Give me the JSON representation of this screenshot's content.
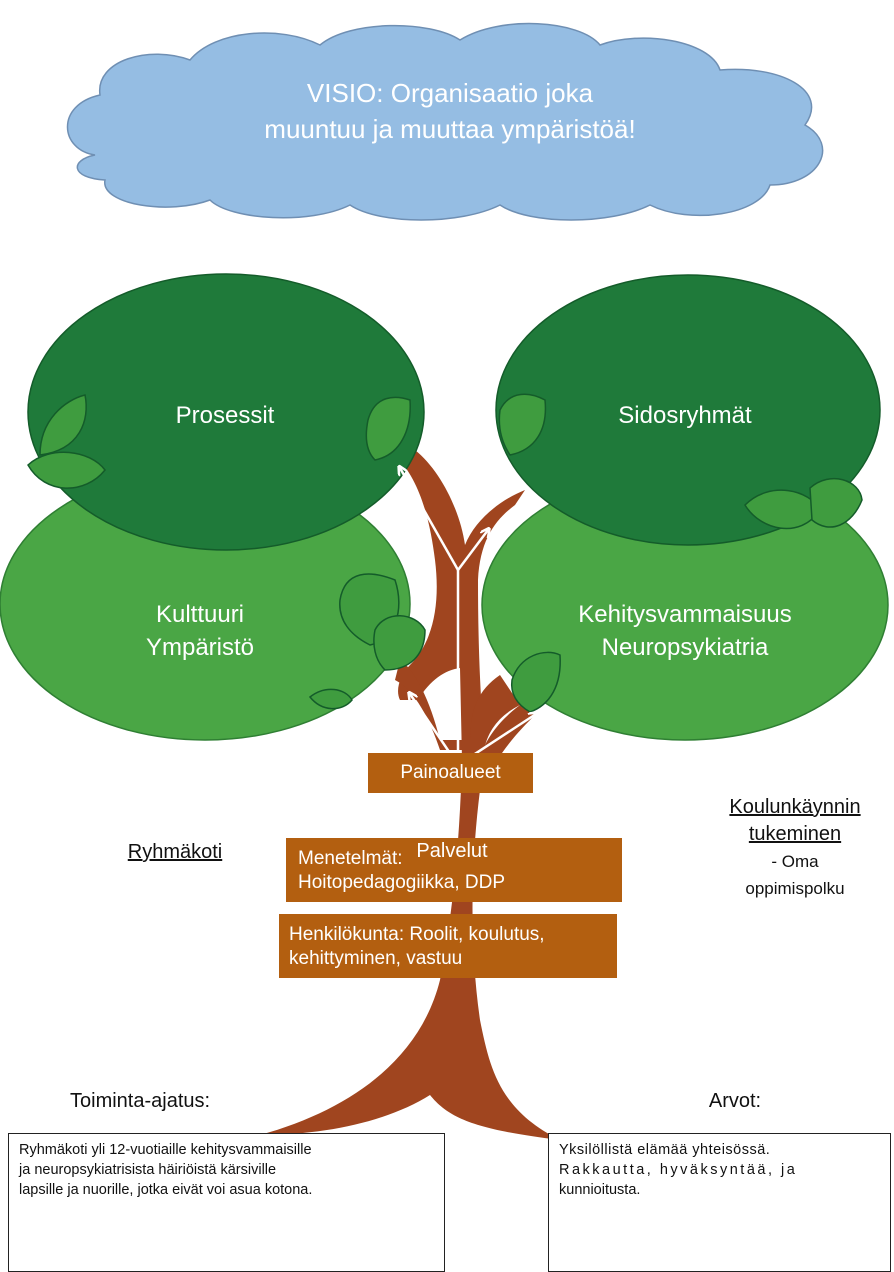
{
  "vision": {
    "line1": "VISIO: Organisaatio joka",
    "line2": "muuntuu ja muuttaa ympäristöä!"
  },
  "canopy": {
    "prosessit": "Prosessit",
    "sidosryhmat": "Sidosryhmät",
    "kulttuuri_line1": "Kulttuuri",
    "kulttuuri_line2": "Ympäristö",
    "kehitys_line1": "Kehitysvammaisuus",
    "kehitys_line2": "Neuropsykiatria"
  },
  "trunk": {
    "painoalueet": "Painoalueet",
    "menetelmat_line1": "Menetelmät:",
    "menetelmat_line2": "Hoitopedagogiikka, DDP",
    "henkilokunta_line1": "Henkilökunta: Roolit, koulutus,",
    "henkilokunta_line2": "kehittyminen, vastuu",
    "palvelut": "Palvelut"
  },
  "services": {
    "left": "Ryhmäkoti",
    "right_line1": "Koulunkäynnin",
    "right_line2": "tukeminen",
    "right_line3": "- Oma",
    "right_line4": "oppimispolku"
  },
  "toiminta": {
    "heading": "Toiminta-ajatus:",
    "line1": "Ryhmäkoti yli 12-vuotiaille kehitysvammaisille",
    "line2": "ja neuropsykiatrisista häiriöistä kärsiville",
    "line3": "lapsille ja nuorille, jotka eivät voi asua kotona."
  },
  "arvot": {
    "heading": "Arvot:",
    "line1": "Yksilöllistä elämää yhteisössä.",
    "line2": "Rakkautta, hyväksyntää, ja",
    "line3": "kunnioitusta."
  },
  "colors": {
    "cloud": "#95bde3",
    "dark_green": "#1f7a3a",
    "light_green": "#4aa645",
    "trunk": "#a0451f",
    "box": "#b35f10",
    "arrow": "#b35f10"
  }
}
